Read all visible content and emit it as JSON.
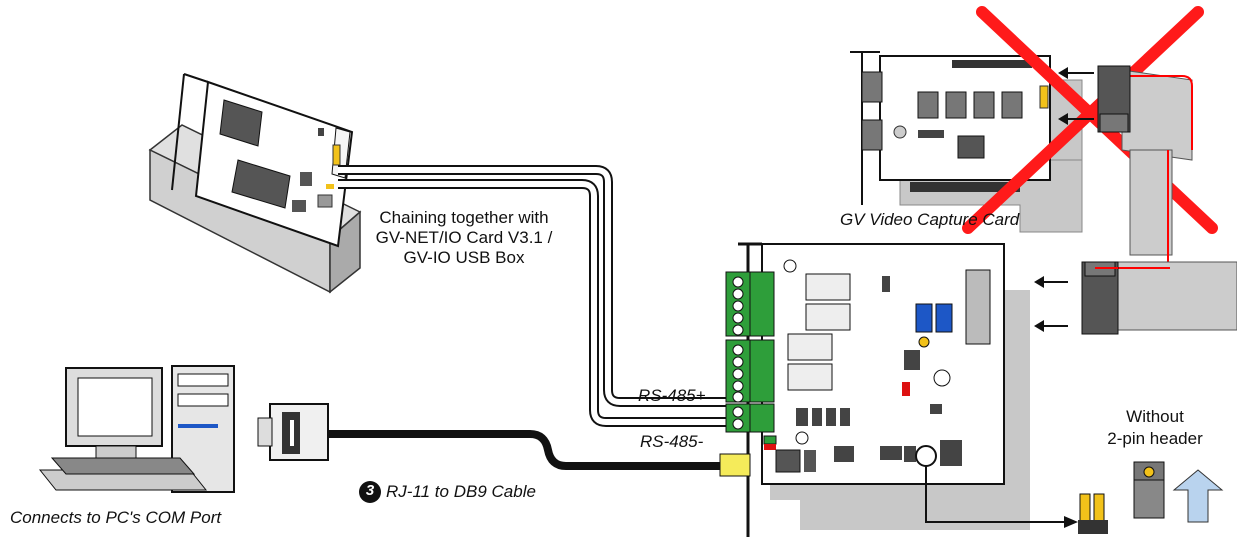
{
  "labels": {
    "chaining_line1": "Chaining together with",
    "chaining_line2": "GV-NET/IO Card V3.1 /",
    "chaining_line3": "GV-IO USB Box",
    "capture_card": "GV Video Capture Card",
    "rs485_plus": "RS-485+",
    "rs485_minus": "RS-485-",
    "step_number": "3",
    "cable": "RJ-11 to DB9 Cable",
    "pc_port": "Connects to PC's COM Port",
    "without_line1": "Without",
    "without_line2": "2-pin header"
  },
  "colors": {
    "green_terminal": "#2e9e3a",
    "red_cross": "#ff1a1a",
    "ribbon_red": "#ff0000",
    "chip_blue": "#1d57c6",
    "arrow_blue": "#b9d3ee",
    "jumper_yellow": "#f2c21a",
    "board_grey": "#c8c8c8"
  }
}
